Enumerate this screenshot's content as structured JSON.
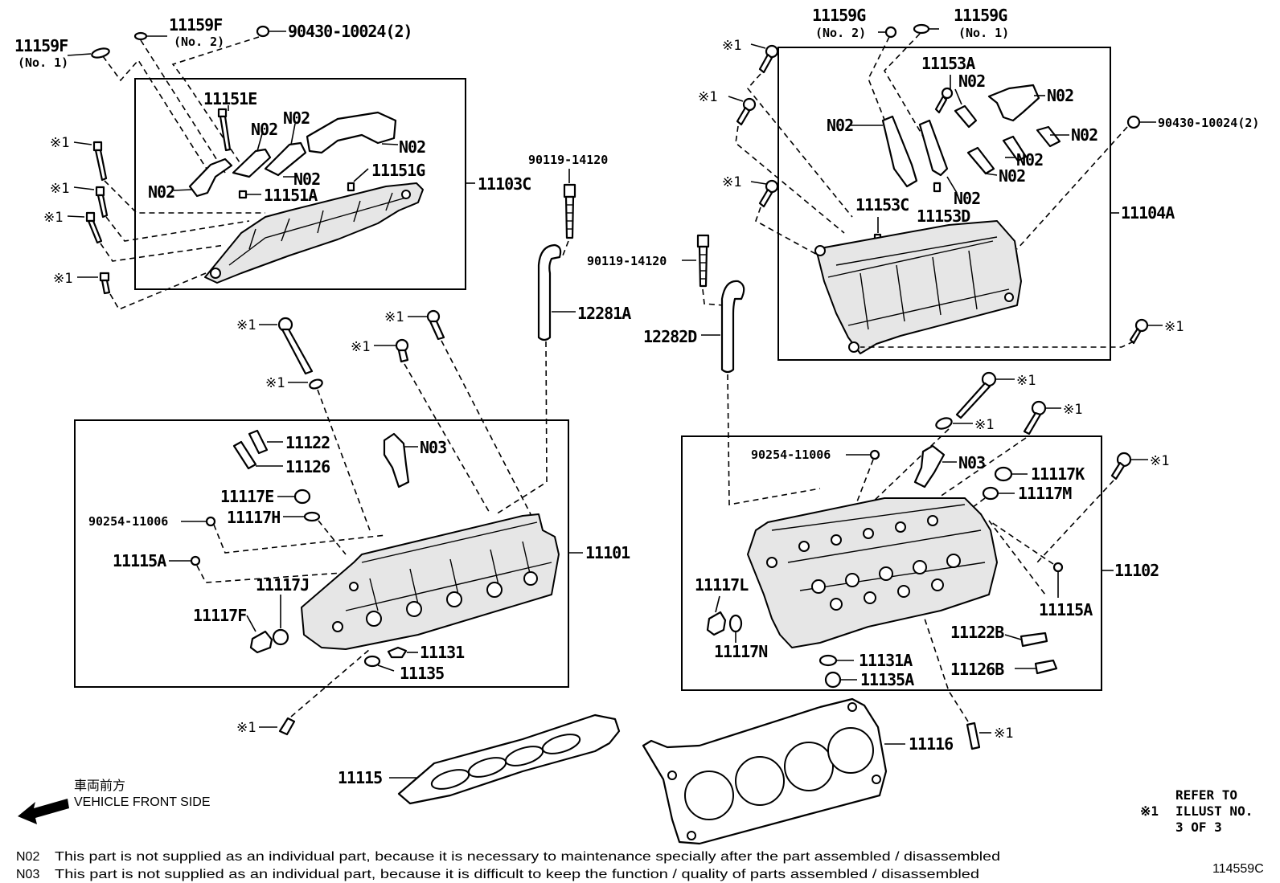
{
  "labels": {
    "l_11159F_1": "11159F",
    "l_11159F_1_sub": "(No. 1)",
    "l_11159F_2": "11159F",
    "l_11159F_2_sub": "(No. 2)",
    "l_90430_left": "90430-10024(2)",
    "l_11151E": "11151E",
    "l_N02_a": "N02",
    "l_N02_b": "N02",
    "l_N02_c": "N02",
    "l_N02_d": "N02",
    "l_N02_e": "N02",
    "l_11151G": "11151G",
    "l_11151A": "11151A",
    "l_11103C": "11103C",
    "l_90119_a": "90119-14120",
    "l_90119_b": "90119-14120",
    "l_12281A": "12281A",
    "l_12282D": "12282D",
    "l_11159G_2": "11159G",
    "l_11159G_2_sub": "(No. 2)",
    "l_11159G_1": "11159G",
    "l_11159G_1_sub": "(No. 1)",
    "l_11153A": "11153A",
    "l_N02_f": "N02",
    "l_N02_g": "N02",
    "l_N02_h": "N02",
    "l_N02_i": "N02",
    "l_N02_j": "N02",
    "l_N02_k": "N02",
    "l_N02_l": "N02",
    "l_90430_right": "90430-10024(2)",
    "l_11153C": "11153C",
    "l_11153D": "11153D",
    "l_11104A": "11104A",
    "l_11122": "11122",
    "l_11126": "11126",
    "l_N03_left": "N03",
    "l_11117E": "11117E",
    "l_11117H": "11117H",
    "l_90254_left": "90254-11006",
    "l_11115A_left": "11115A",
    "l_11101": "11101",
    "l_11117J": "11117J",
    "l_11117F": "11117F",
    "l_11131": "11131",
    "l_11135": "11135",
    "l_90254_right": "90254-11006",
    "l_N03_right": "N03",
    "l_11117K": "11117K",
    "l_11117M": "11117M",
    "l_11102": "11102",
    "l_11117L": "11117L",
    "l_11117N": "11117N",
    "l_11115A_right": "11115A",
    "l_11122B": "11122B",
    "l_11131A": "11131A",
    "l_11126B": "11126B",
    "l_11135A": "11135A",
    "l_11116": "11116",
    "l_11115": "11115"
  },
  "marks": {
    "ref_mark": "※1"
  },
  "front": {
    "jp": "車両前方",
    "en": "VEHICLE FRONT SIDE"
  },
  "refer": {
    "line1": "REFER TO",
    "line2": "ILLUST NO.",
    "line3": "3 OF 3",
    "mark": "※1"
  },
  "notes": {
    "n02_code": "N02",
    "n02_text": "This part is not supplied as an individual part, because it is necessary to maintenance specially after the part assembled / disassembled",
    "n03_code": "N03",
    "n03_text": "This part is not supplied as an individual part, because it is difficult to keep the function / quality of parts  assembled / disassembled"
  },
  "illust_no": "114559C"
}
